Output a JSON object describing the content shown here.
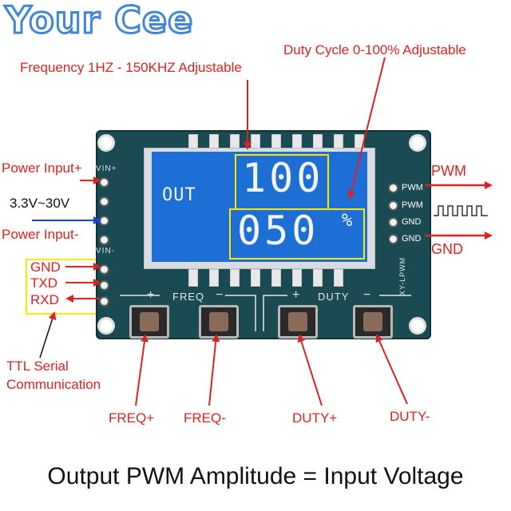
{
  "brand": "Your Cee",
  "labels": {
    "frequency": "Frequency 1HZ - 150KHZ Adjustable",
    "duty_cycle": "Duty Cycle 0-100% Adjustable",
    "power_input_plus": "Power Input+",
    "voltage_range": "3.3V~30V",
    "power_input_minus": "Power Input-",
    "gnd": "GND",
    "txd": "TXD",
    "rxd": "RXD",
    "ttl_serial_line1": "TTL Serial",
    "ttl_serial_line2": "Communication",
    "pwm": "PWM",
    "gnd_out": "GND",
    "freq_plus": "FREQ+",
    "freq_minus": "FREQ-",
    "duty_plus": "DUTY+",
    "duty_minus": "DUTY-"
  },
  "caption": "Output PWM Amplitude = Input Voltage",
  "board": {
    "vin_plus": "VIN+",
    "vin_minus": "VIN-",
    "right_pins": [
      "PWM",
      "PWM",
      "GND",
      "GND"
    ],
    "freq_group": "FREQ",
    "duty_group": "DUTY",
    "plus": "+",
    "minus": "−",
    "model": "XY-LPWM"
  },
  "lcd": {
    "mode": "OUT",
    "freq_value": "100",
    "duty_value": "050",
    "duty_unit": "%"
  },
  "colors": {
    "annotation": "#e02020",
    "highlight": "#ffe600",
    "lcd_background": "#1d6fd6",
    "pcb": "#1a4a52",
    "power_minus_arrow": "#1a3fe0"
  }
}
